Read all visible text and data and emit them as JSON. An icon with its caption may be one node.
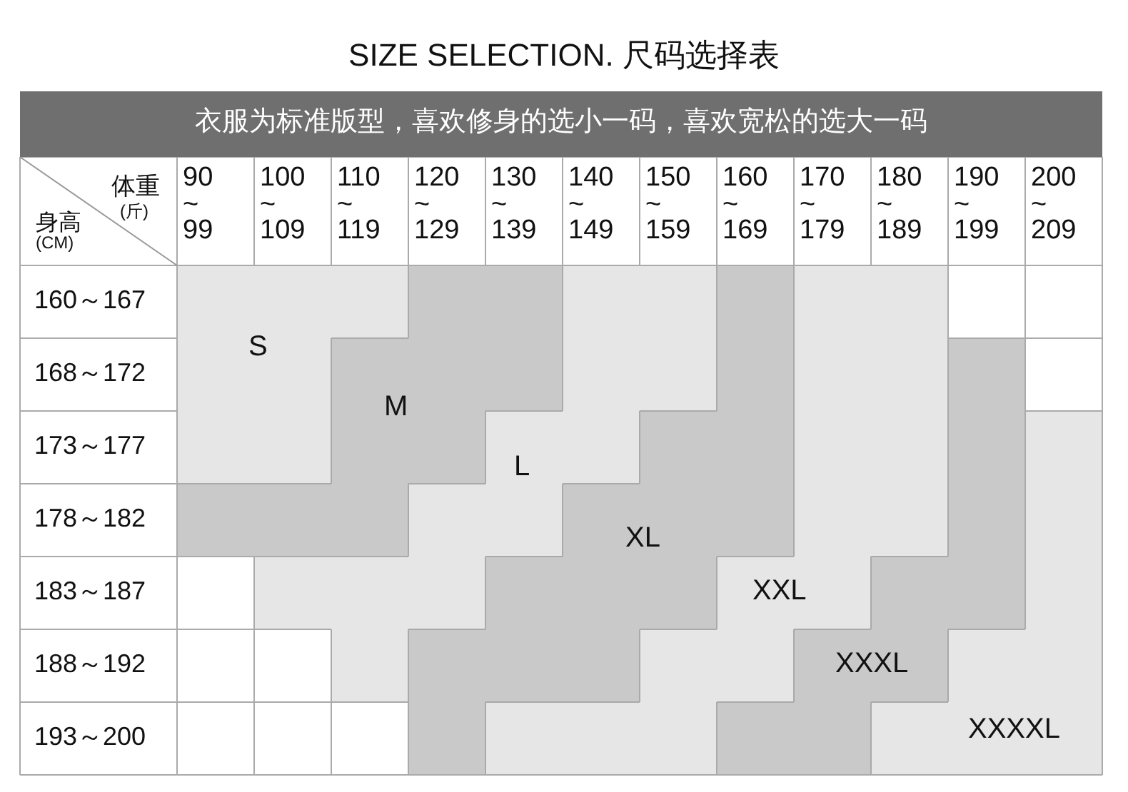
{
  "diagram": {
    "title": "SIZE SELECTION. 尺码选择表",
    "labels": [
      "衣服为标准版型，喜欢修身的选小一码，喜欢宽松的选大一码",
      "体重",
      "(斤)",
      "身高",
      "(CM)",
      "90 ~ 99",
      "100 ~ 109",
      "110 ~ 119",
      "120 ~ 129",
      "130 ~ 139",
      "140 ~ 149",
      "150 ~ 159",
      "160 ~ 169",
      "170 ~ 179",
      "180 ~ 189",
      "190 ~ 199",
      "200 ~ 209",
      "160～167",
      "168～172",
      "173～177",
      "178～182",
      "183～187",
      "188～192",
      "193～200",
      "S",
      "M",
      "L",
      "XL",
      "XXL",
      "XXXL",
      "XXXXL"
    ]
  }
}
